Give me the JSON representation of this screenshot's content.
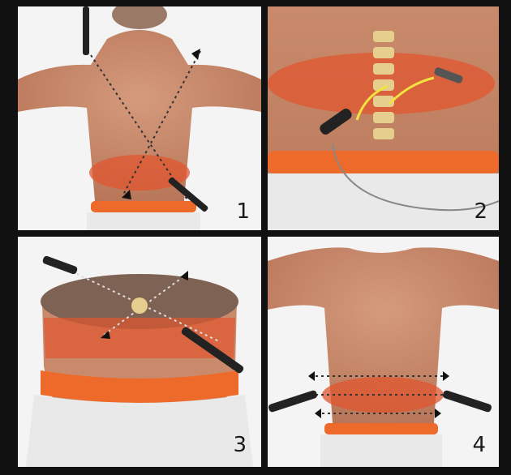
{
  "panels": [
    {
      "id": "1",
      "label": "1"
    },
    {
      "id": "2",
      "label": "2"
    },
    {
      "id": "3",
      "label": "3"
    },
    {
      "id": "4",
      "label": "4"
    }
  ],
  "colors": {
    "skin": "#c98a6c",
    "heat": "#e0552f",
    "waistband": "#ee6a2a",
    "cloth": "#e9e9ea",
    "border": "#111111",
    "spine": "#e6cf8e"
  }
}
